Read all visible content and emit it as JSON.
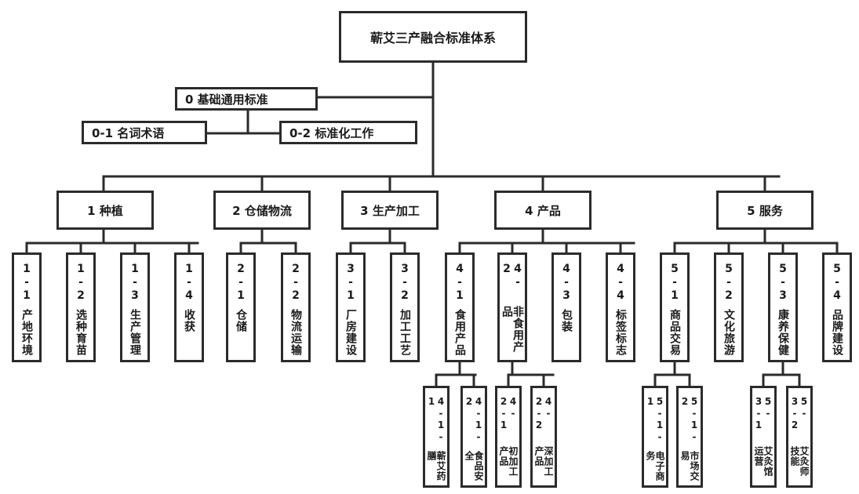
{
  "root": "蕲艾三产融合标准体系",
  "basic": {
    "label": "0 基础通用标准",
    "children": [
      "0-1 名词术语",
      "0-2 标准化工作"
    ]
  },
  "categories": [
    {
      "label": "1 种植",
      "items": [
        {
          "code": "1-1",
          "name": "产地环境"
        },
        {
          "code": "1-2",
          "name": "选种育苗"
        },
        {
          "code": "1-3",
          "name": "生产管理"
        },
        {
          "code": "1-4",
          "name": "收获"
        }
      ]
    },
    {
      "label": "2 仓储物流",
      "items": [
        {
          "code": "2-1",
          "name": "仓储"
        },
        {
          "code": "2-2",
          "name": "物流运输"
        }
      ]
    },
    {
      "label": "3 生产加工",
      "items": [
        {
          "code": "3-1",
          "name": "厂房建设"
        },
        {
          "code": "3-2",
          "name": "加工工艺"
        }
      ]
    },
    {
      "label": "4 产品",
      "items": [
        {
          "code": "4-1",
          "name": "食用产品",
          "subs": [
            {
              "code": "4-1-1",
              "name": "蕲艾药膳"
            },
            {
              "code": "4-1-2",
              "name": "食品安全"
            }
          ]
        },
        {
          "code": "4-2",
          "name": "非食用产品",
          "subs": [
            {
              "code": "4-2-1",
              "name": "初加工产品"
            },
            {
              "code": "4-2-2",
              "name": "深加工产品"
            }
          ]
        },
        {
          "code": "4-3",
          "name": "包装"
        },
        {
          "code": "4-4",
          "name": "标签标志"
        }
      ]
    },
    {
      "label": "5 服务",
      "items": [
        {
          "code": "5-1",
          "name": "商品交易",
          "subs": [
            {
              "code": "5-1-1",
              "name": "电子商务"
            },
            {
              "code": "5-1-2",
              "name": "市场交易"
            }
          ]
        },
        {
          "code": "5-2",
          "name": "文化旅游"
        },
        {
          "code": "5-3",
          "name": "康养保健",
          "subs": [
            {
              "code": "5-3-1",
              "name": "艾灸馆运营"
            },
            {
              "code": "5-3-2",
              "name": "艾灸师技能"
            }
          ]
        },
        {
          "code": "5-4",
          "name": "品牌建设"
        }
      ]
    }
  ]
}
